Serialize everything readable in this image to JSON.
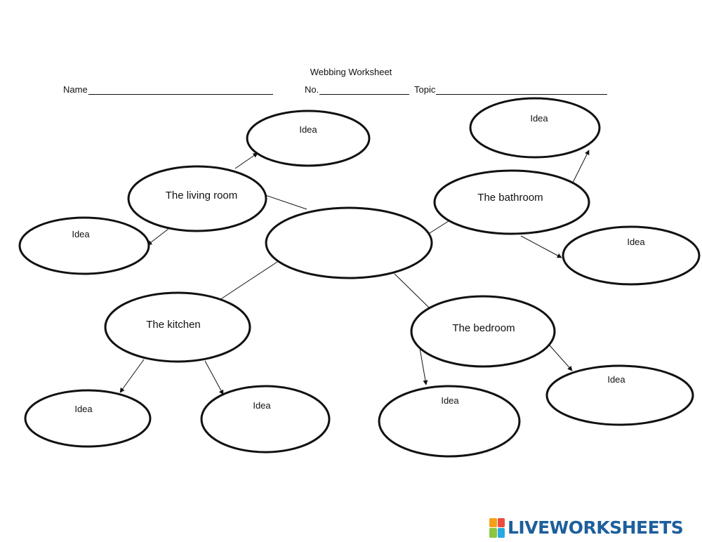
{
  "header": {
    "title": "Webbing Worksheet",
    "name_label": "Name",
    "no_label": "No.",
    "topic_label": "Topic"
  },
  "diagram": {
    "center_label": "",
    "topics": [
      {
        "label": "The living room"
      },
      {
        "label": "The bathroom"
      },
      {
        "label": "The kitchen"
      },
      {
        "label": "The bedroom"
      }
    ],
    "ideas": [
      {
        "label": "Idea"
      },
      {
        "label": "Idea"
      },
      {
        "label": "Idea"
      },
      {
        "label": "Idea"
      },
      {
        "label": "Idea"
      },
      {
        "label": "Idea"
      },
      {
        "label": "Idea"
      },
      {
        "label": "Idea"
      }
    ]
  },
  "footer": {
    "logo_text": "LIVEWORKSHEETS",
    "colors": {
      "logo_blue": "#1d5f9c",
      "badge": [
        "#f6a01a",
        "#e94e3c",
        "#8cc63f",
        "#27aae1"
      ]
    }
  }
}
